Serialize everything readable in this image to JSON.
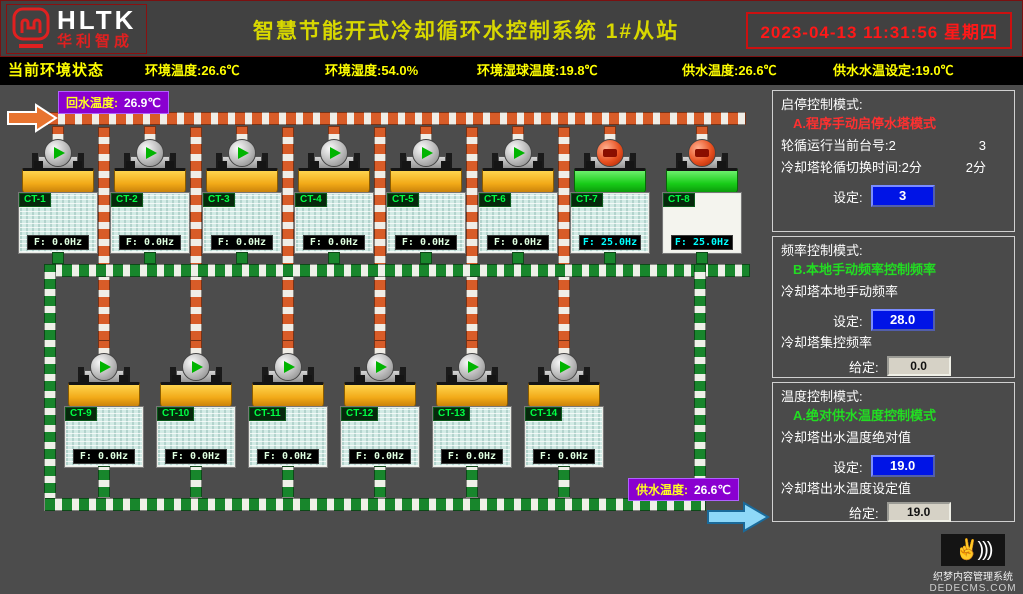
{
  "header": {
    "logo_text": "HLTK",
    "logo_subtext": "华利智成",
    "title": "智慧节能开式冷却循环水控制系统 1#从站",
    "datetime": "2023-04-13 11:31:56 星期四"
  },
  "status_bar": {
    "label": "当前环境状态",
    "items": [
      {
        "label": "环境温度",
        "value": "26.6℃"
      },
      {
        "label": "环境湿度",
        "value": "54.0%"
      },
      {
        "label": "环境湿球温度",
        "value": "19.8℃"
      },
      {
        "label": "供水温度",
        "value": "26.6℃"
      },
      {
        "label": "供水水温设定",
        "value": "19.0℃"
      }
    ]
  },
  "diagram": {
    "return_label": {
      "label": "回水温度:",
      "value": "26.9℃"
    },
    "supply_label": {
      "label": "供水温度:",
      "value": "26.6℃"
    }
  },
  "towers": [
    {
      "id": "CT-1",
      "row": 1,
      "state": "stopped",
      "tank": "yellow",
      "water": "normal",
      "freq": "F: 0.0Hz"
    },
    {
      "id": "CT-2",
      "row": 1,
      "state": "stopped",
      "tank": "yellow",
      "water": "normal",
      "freq": "F: 0.0Hz"
    },
    {
      "id": "CT-3",
      "row": 1,
      "state": "stopped",
      "tank": "yellow",
      "water": "normal",
      "freq": "F: 0.0Hz"
    },
    {
      "id": "CT-4",
      "row": 1,
      "state": "stopped",
      "tank": "yellow",
      "water": "normal",
      "freq": "F: 0.0Hz"
    },
    {
      "id": "CT-5",
      "row": 1,
      "state": "stopped",
      "tank": "yellow",
      "water": "normal",
      "freq": "F: 0.0Hz"
    },
    {
      "id": "CT-6",
      "row": 1,
      "state": "stopped",
      "tank": "yellow",
      "water": "normal",
      "freq": "F: 0.0Hz"
    },
    {
      "id": "CT-7",
      "row": 1,
      "state": "running",
      "tank": "green",
      "water": "normal",
      "freq": "F: 25.0Hz"
    },
    {
      "id": "CT-8",
      "row": 1,
      "state": "running",
      "tank": "green",
      "water": "plain",
      "freq": "F: 25.0Hz"
    },
    {
      "id": "CT-9",
      "row": 2,
      "state": "stopped",
      "tank": "yellow",
      "water": "normal",
      "freq": "F: 0.0Hz"
    },
    {
      "id": "CT-10",
      "row": 2,
      "state": "stopped",
      "tank": "yellow",
      "water": "normal",
      "freq": "F: 0.0Hz"
    },
    {
      "id": "CT-11",
      "row": 2,
      "state": "stopped",
      "tank": "yellow",
      "water": "normal",
      "freq": "F: 0.0Hz"
    },
    {
      "id": "CT-12",
      "row": 2,
      "state": "stopped",
      "tank": "yellow",
      "water": "normal",
      "freq": "F: 0.0Hz"
    },
    {
      "id": "CT-13",
      "row": 2,
      "state": "stopped",
      "tank": "yellow",
      "water": "normal",
      "freq": "F: 0.0Hz"
    },
    {
      "id": "CT-14",
      "row": 2,
      "state": "stopped",
      "tank": "yellow",
      "water": "normal",
      "freq": "F: 0.0Hz"
    }
  ],
  "panel": {
    "start_stop": {
      "title": "启停控制模式:",
      "mode": "A.程序手动启停水塔模式",
      "line1_label": "轮循运行当前台号:2",
      "line1_value": "3",
      "line2_label": "冷却塔轮循切换时间:2分",
      "line2_value": "2分",
      "set_label": "设定:",
      "set_value": "3"
    },
    "frequency": {
      "title": "频率控制模式:",
      "mode": "B.本地手动频率控制频率",
      "local_label": "冷却塔本地手动频率",
      "set_label": "设定:",
      "set_value": "28.0",
      "central_label": "冷却塔集控频率",
      "given_label": "给定:",
      "given_value": "0.0"
    },
    "temperature": {
      "title": "温度控制模式:",
      "mode": "A.绝对供水温度控制模式",
      "abs_label": "冷却塔出水温度绝对值",
      "set_label": "设定:",
      "set_value": "19.0",
      "given_title": "冷却塔出水温度设定值",
      "given_label": "给定:",
      "given_value": "19.0"
    }
  },
  "watermark": {
    "icon": "hand-sound-waves-icon",
    "line1": "织梦内容管理系统",
    "line2": "DEDECMS.COM"
  },
  "colors": {
    "title_text": "#d8d800",
    "datetime_text": "#ff1818",
    "status_text": "#ffff00",
    "hot_pipe": "#d85c28",
    "cold_pipe": "#18862c",
    "temp_label_bg": "#8a00d0",
    "set_box_bg": "#0014e6",
    "running_indicator": "#e85020",
    "stopped_indicator": "#00b400"
  }
}
